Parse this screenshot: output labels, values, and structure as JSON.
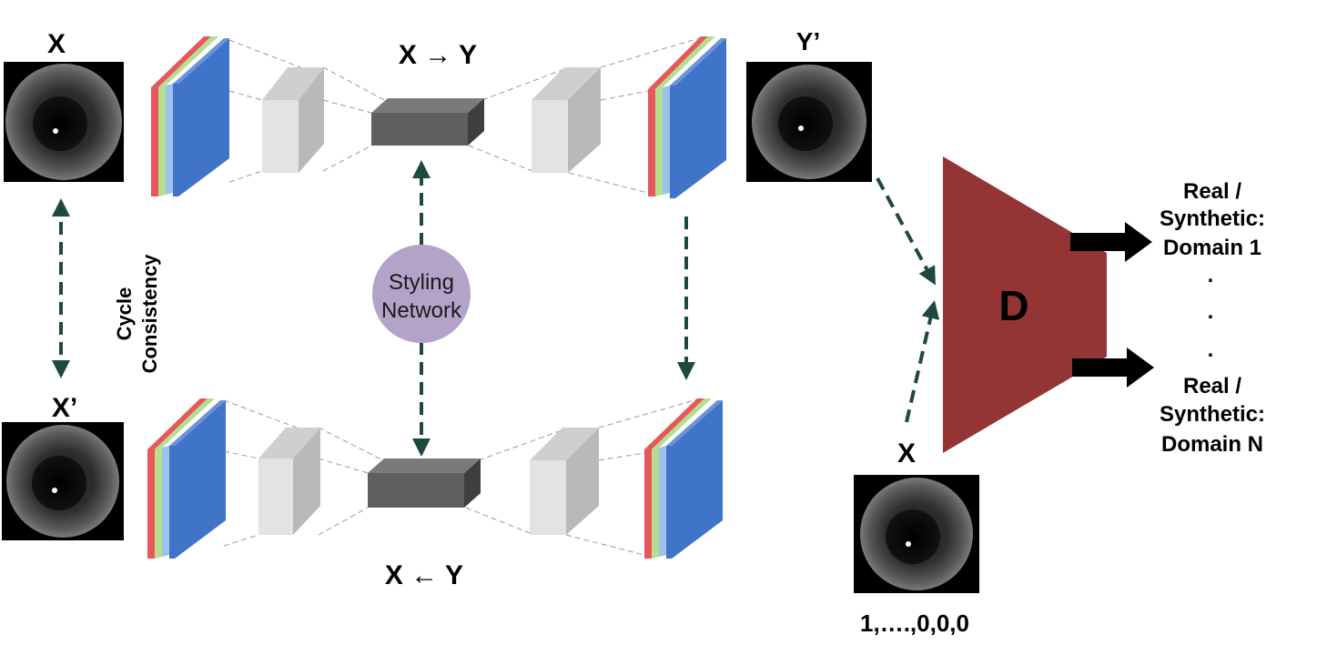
{
  "labels": {
    "x_top": "X",
    "x_prime": "X’",
    "y_prime": "Y’",
    "x_bottom": "X",
    "forward_mapping": "X → Y",
    "backward_mapping": "X ← Y",
    "cycle_line1": "Cycle",
    "cycle_line2": "Consistency",
    "styling_line1": "Styling",
    "styling_line2": "Network",
    "discriminator": "D",
    "domain_code": "1,….,0,0,0",
    "out1_line1": "Real /",
    "out1_line2": "Synthetic:",
    "out1_line3": "Domain 1",
    "ellipsis": ".",
    "outN_line1": "Real /",
    "outN_line2": "Synthetic:",
    "outN_line3": "Domain N"
  },
  "colors": {
    "arrow_dashed": "#1e4a3c",
    "discriminator": "#943434",
    "styling_circle": "#b3a3c9",
    "feature_red": "#e8575b",
    "feature_green": "#b5de8f",
    "feature_blue": "#3f74c8",
    "bottleneck": "#5f5f5f"
  }
}
